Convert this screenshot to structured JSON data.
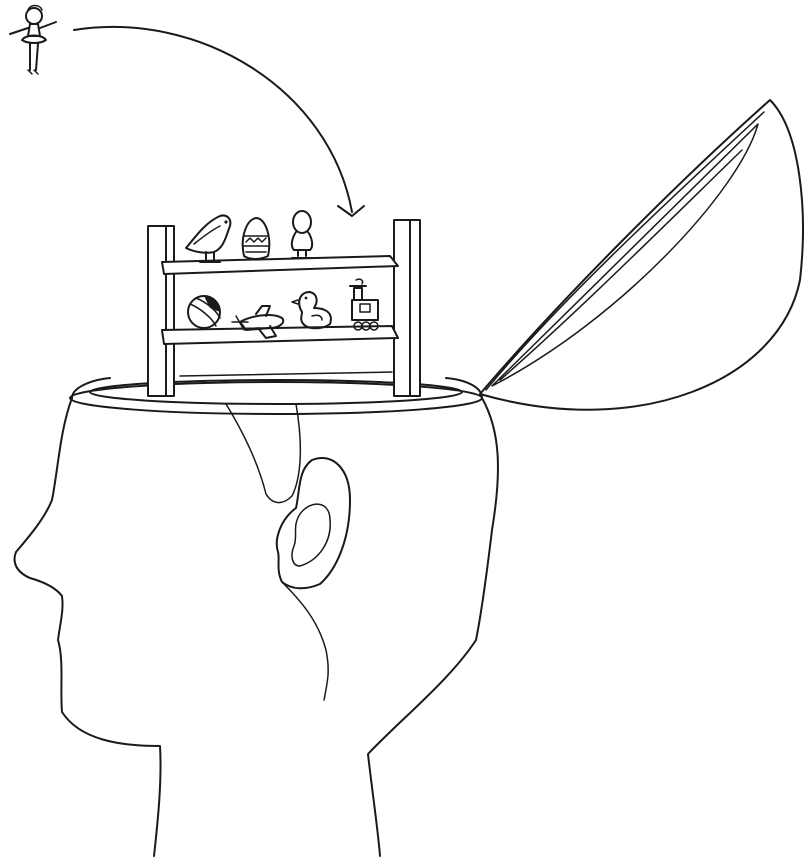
{
  "illustration": {
    "style": "black line drawing on white",
    "colors": {
      "ink": "#1a1a1a",
      "background": "#ffffff"
    },
    "elements": [
      "head-profile",
      "opened-skull-cap",
      "toy-shelf",
      "ballerina-figurine",
      "arrow-into-head"
    ],
    "shelf_items": {
      "top_row": [
        "bird",
        "easter-egg",
        "bust"
      ],
      "bottom_row": [
        "ball",
        "toy-plane",
        "rubber-duck",
        "toy-train"
      ]
    }
  }
}
